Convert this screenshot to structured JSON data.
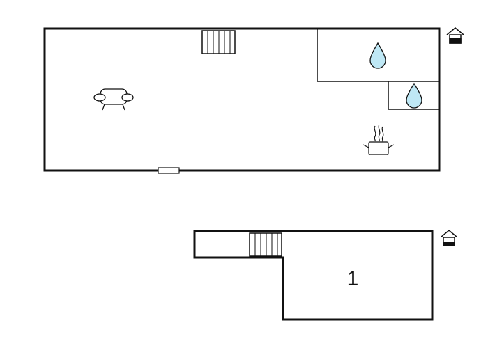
{
  "floors": [
    {
      "name": "upper-floor",
      "icons": [
        "house-level-icon",
        "stairs-icon",
        "sofa-icon",
        "water-drop-icon",
        "water-drop-icon",
        "cooking-pot-icon",
        "door-icon"
      ]
    },
    {
      "name": "lower-floor",
      "rooms": [
        {
          "label": "1"
        }
      ],
      "icons": [
        "house-level-icon",
        "stairs-icon"
      ]
    }
  ],
  "colors": {
    "wall": "#111111",
    "water": "#bfe8f5",
    "background": "#ffffff"
  }
}
